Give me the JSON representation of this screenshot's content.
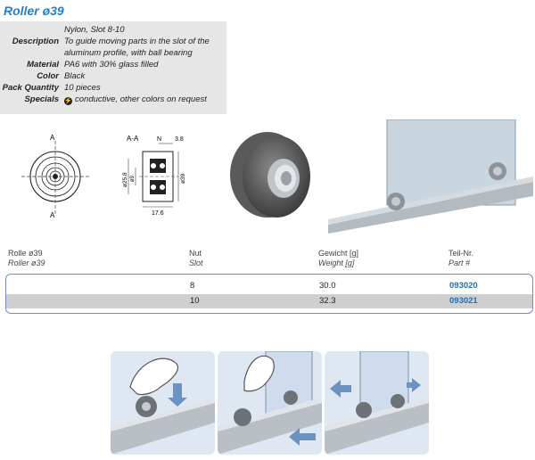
{
  "title": "Roller ø39",
  "specs": [
    {
      "label": "",
      "value": "Nylon, Slot 8-10"
    },
    {
      "label": "Description",
      "value": "To guide moving parts in the slot of the"
    },
    {
      "label": "",
      "value": "aluminum profile, with ball bearing"
    },
    {
      "label": "Material",
      "value": "PA6 with 30% glass filled"
    },
    {
      "label": "Color",
      "value": "Black"
    },
    {
      "label": "Pack Quantity",
      "value": "10 pieces"
    },
    {
      "label": "Specials",
      "value": "conductive, other colors on request"
    }
  ],
  "drawing": {
    "section_label": "A-A",
    "view_marker": "A",
    "dim_n": "N",
    "dim_38": "3.8",
    "dim_258": "ø25.8",
    "dim_9": "ø9",
    "dim_39": "ø39",
    "dim_176": "17.6"
  },
  "table": {
    "headers": [
      {
        "de": "Rolle ø39",
        "en": "Roller ø39"
      },
      {
        "de": "Nut",
        "en": "Slot"
      },
      {
        "de": "Gewicht [g]",
        "en": "Weight [g]"
      },
      {
        "de": "Teil-Nr.",
        "en": "Part #"
      }
    ],
    "rows": [
      {
        "slot": "8",
        "weight": "30.0",
        "part": "093020"
      },
      {
        "slot": "10",
        "weight": "32.3",
        "part": "093021"
      }
    ]
  },
  "colors": {
    "accent": "#2a7fc4",
    "table_border": "#6c8fc6",
    "tile_bg": "#dfe8f2"
  }
}
